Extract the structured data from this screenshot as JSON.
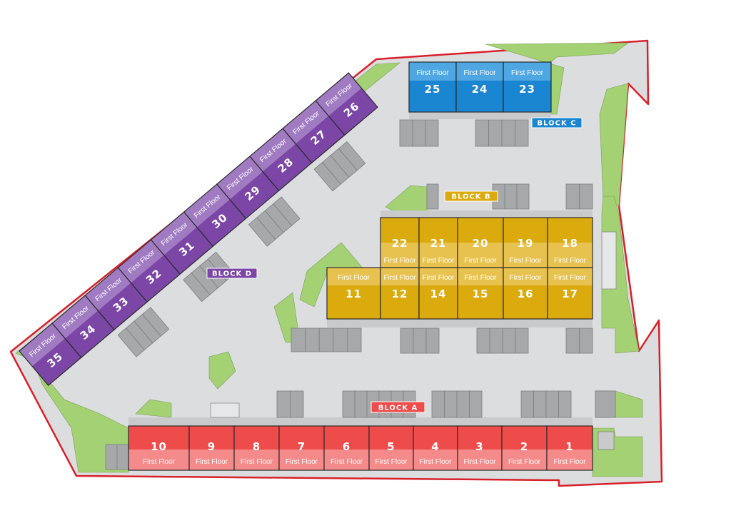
{
  "floor_label": "First Floor",
  "colors": {
    "ground": "#dcdddf",
    "grass": "#a3d173",
    "boundary": "#d8202a",
    "parking": "#a7a8aa"
  },
  "blocks": {
    "a": {
      "label": "BLOCK A",
      "dark": "#ee4b4b",
      "light": "#f58a8a",
      "units": [
        "10",
        "9",
        "8",
        "7",
        "6",
        "5",
        "4",
        "3",
        "2",
        "1"
      ]
    },
    "b": {
      "label": "BLOCK B",
      "dark": "#dbab0d",
      "light": "#e7c24f",
      "top_units": [
        "22",
        "21",
        "20",
        "19",
        "18"
      ],
      "bottom_units": [
        "11",
        "12",
        "14",
        "15",
        "16",
        "17"
      ]
    },
    "c": {
      "label": "BLOCK C",
      "dark": "#1a85d0",
      "light": "#4ea6e2",
      "units": [
        "25",
        "24",
        "23"
      ]
    },
    "d": {
      "label": "BLOCK D",
      "dark": "#7b46a6",
      "light": "#a07bc2",
      "units": [
        "35",
        "34",
        "33",
        "32",
        "31",
        "30",
        "29",
        "28",
        "27",
        "26"
      ]
    }
  }
}
